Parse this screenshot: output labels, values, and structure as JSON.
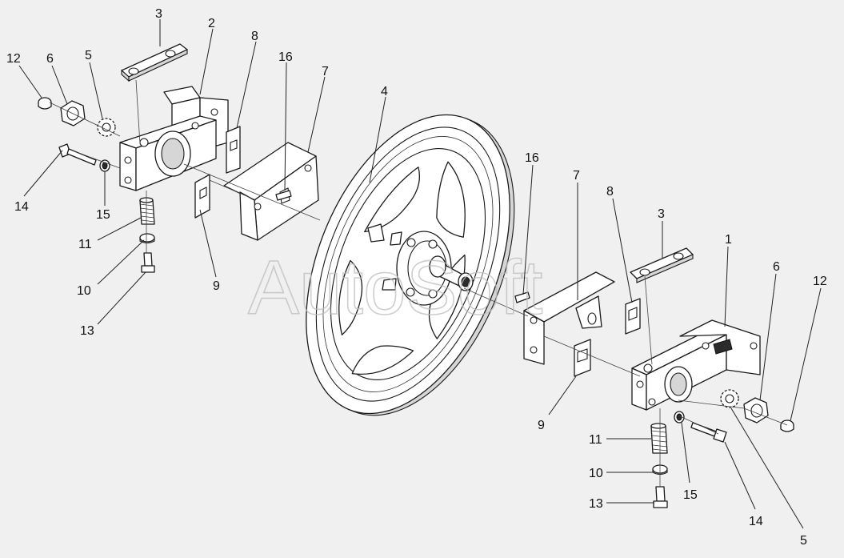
{
  "watermark": "AutoSoft",
  "callouts": [
    {
      "id": "c3a",
      "label": "3"
    },
    {
      "id": "c2",
      "label": "2"
    },
    {
      "id": "c8a",
      "label": "8"
    },
    {
      "id": "c16a",
      "label": "16"
    },
    {
      "id": "c7a",
      "label": "7"
    },
    {
      "id": "c4",
      "label": "4"
    },
    {
      "id": "c12a",
      "label": "12"
    },
    {
      "id": "c6a",
      "label": "6"
    },
    {
      "id": "c5a",
      "label": "5"
    },
    {
      "id": "c14a",
      "label": "14"
    },
    {
      "id": "c15a",
      "label": "15"
    },
    {
      "id": "c11a",
      "label": "11"
    },
    {
      "id": "c10a",
      "label": "10"
    },
    {
      "id": "c13a",
      "label": "13"
    },
    {
      "id": "c9a",
      "label": "9"
    },
    {
      "id": "c16b",
      "label": "16"
    },
    {
      "id": "c7b",
      "label": "7"
    },
    {
      "id": "c8b",
      "label": "8"
    },
    {
      "id": "c3b",
      "label": "3"
    },
    {
      "id": "c1",
      "label": "1"
    },
    {
      "id": "c6b",
      "label": "6"
    },
    {
      "id": "c12b",
      "label": "12"
    },
    {
      "id": "c9b",
      "label": "9"
    },
    {
      "id": "c11b",
      "label": "11"
    },
    {
      "id": "c10b",
      "label": "10"
    },
    {
      "id": "c13b",
      "label": "13"
    },
    {
      "id": "c15b",
      "label": "15"
    },
    {
      "id": "c14b",
      "label": "14"
    },
    {
      "id": "c5b",
      "label": "5"
    }
  ]
}
